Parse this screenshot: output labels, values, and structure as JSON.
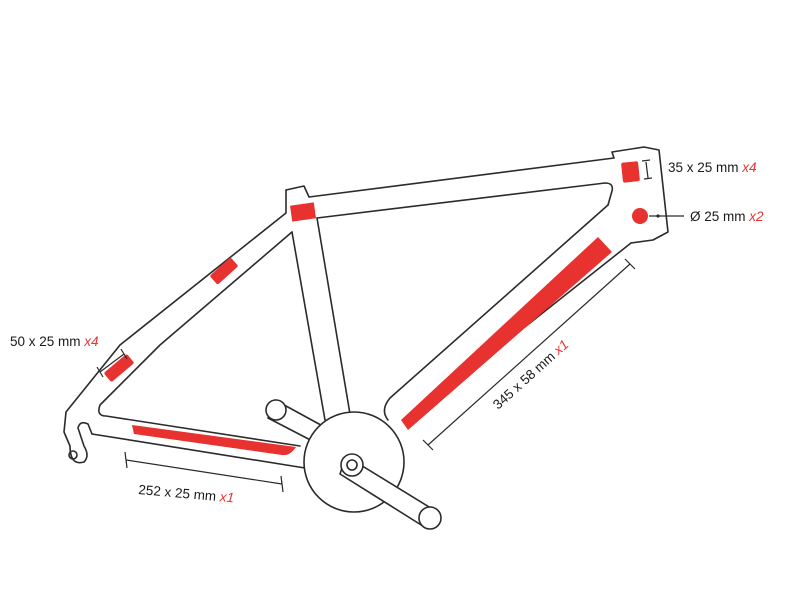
{
  "colors": {
    "patch": "#e8322f",
    "line": "#2b2b2b",
    "background": "#ffffff"
  },
  "labels": {
    "head_tube_patch": {
      "size": "50 x 25 mm",
      "qty": "x4"
    },
    "chainstay_patch": {
      "size": "252 x 25 mm",
      "qty": "x1"
    },
    "downtube_patch": {
      "size": "345 x 58 mm",
      "qty": "x1"
    },
    "seat_patch": {
      "size": "35 x 25 mm",
      "qty": "x4"
    },
    "round_patch": {
      "size": "Ø 25 mm",
      "qty": "x2"
    }
  }
}
